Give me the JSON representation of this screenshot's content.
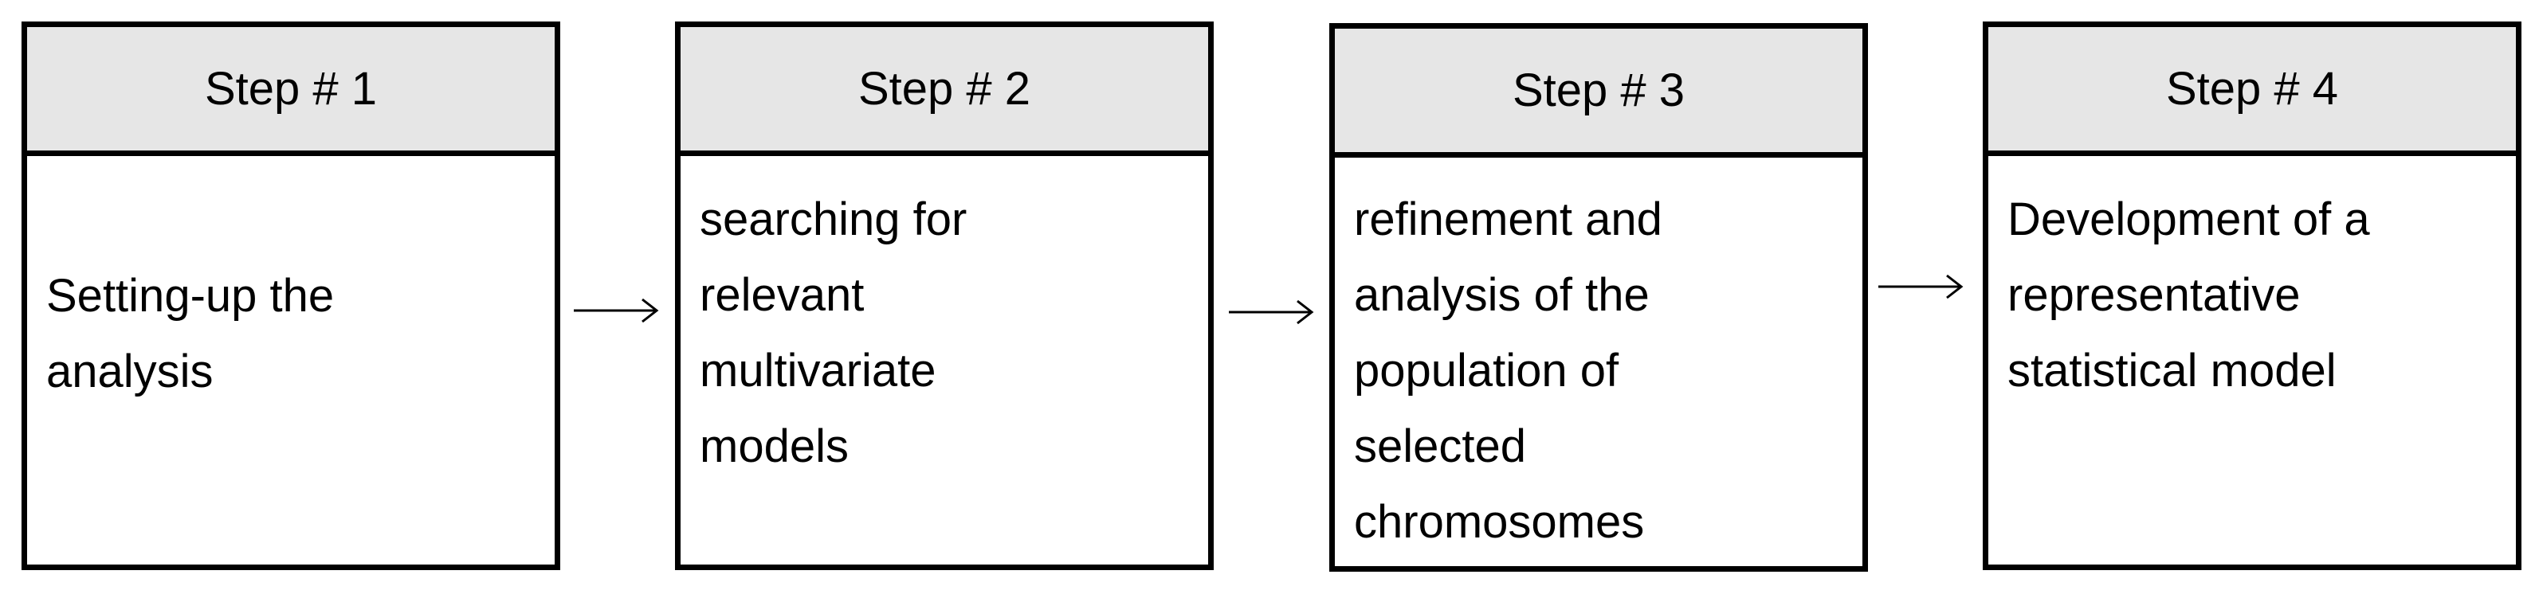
{
  "steps": [
    {
      "header": "Step # 1",
      "lines": [
        "Setting-up the",
        "analysis"
      ]
    },
    {
      "header": "Step # 2",
      "lines": [
        "searching for",
        "relevant",
        "multivariate",
        "models"
      ]
    },
    {
      "header": "Step # 3",
      "lines": [
        "refinement and",
        "analysis of the",
        "population of",
        "selected",
        "chromosomes"
      ]
    },
    {
      "header": "Step # 4",
      "lines": [
        "Development of a",
        "representative",
        "statistical model"
      ]
    }
  ],
  "colors": {
    "header_fill": "#e6e6e6",
    "border": "#000000",
    "background": "#ffffff"
  }
}
